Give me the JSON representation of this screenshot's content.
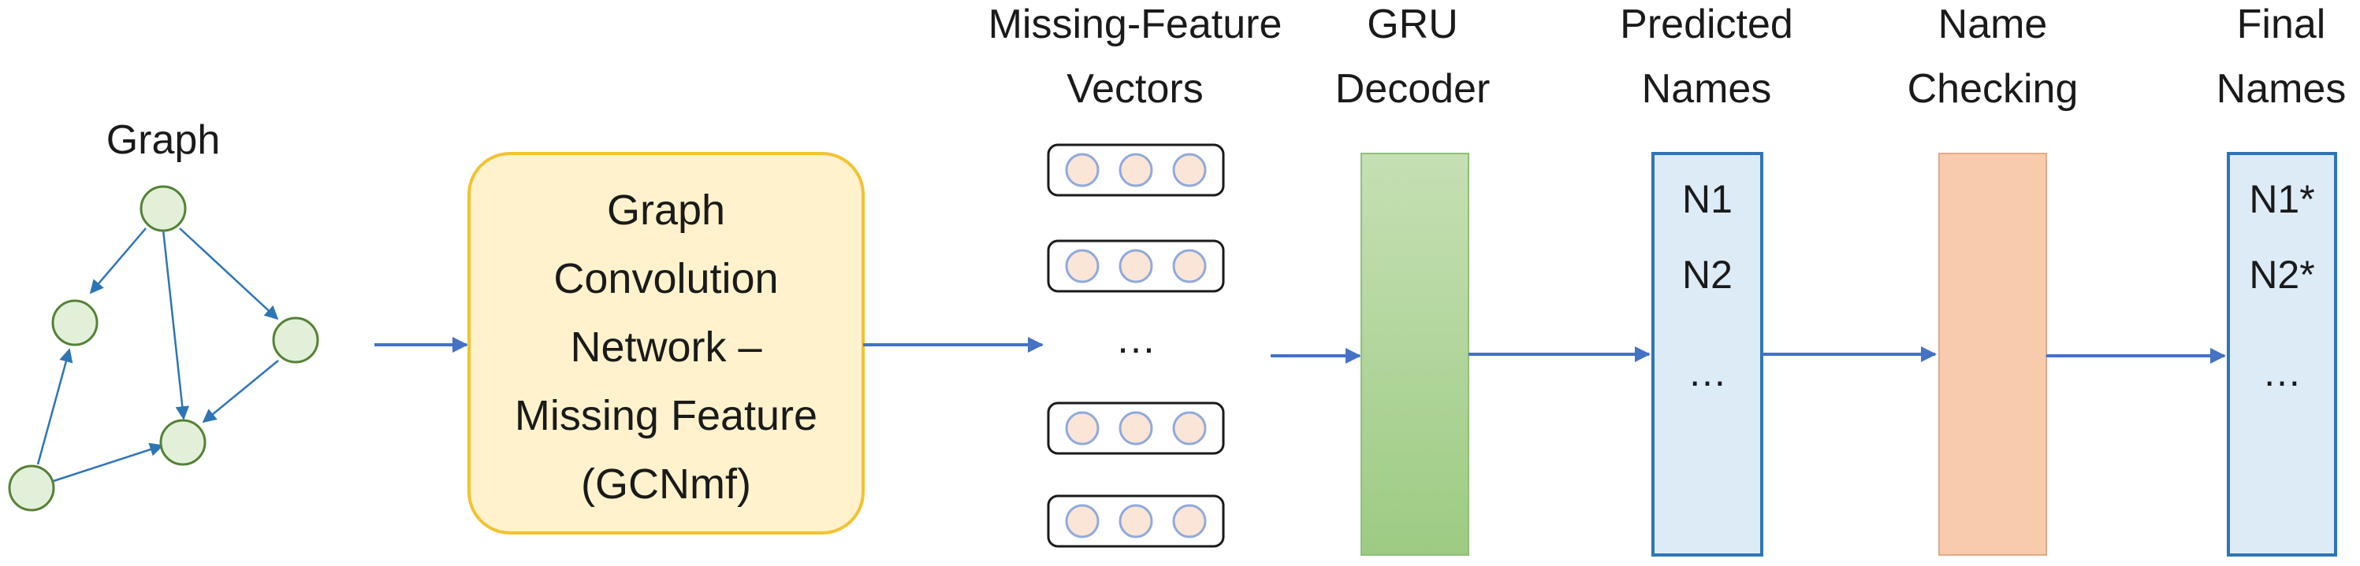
{
  "graph": {
    "label": "Graph",
    "node_fill": "#e2f0d9",
    "node_stroke": "#548235",
    "edge_color": "#2e75b6"
  },
  "gcn": {
    "lines": [
      "Graph",
      "Convolution",
      "Network –",
      "Missing Feature",
      "(GCNmf)"
    ],
    "fill": "#fff2cc",
    "stroke": "#f2c230"
  },
  "vectors": {
    "title_lines": [
      "Missing-Feature",
      "Vectors"
    ],
    "ellipsis": "…",
    "circle_fill": "#fbe5d6",
    "circle_stroke": "#8faadc"
  },
  "gru": {
    "title_lines": [
      "GRU",
      "Decoder"
    ],
    "color_top": "#c5e0b4",
    "color_bottom": "#9dcb83"
  },
  "predicted": {
    "title_lines": [
      "Predicted",
      "Names"
    ],
    "items": [
      "N1",
      "N2",
      "…"
    ],
    "fill": "#ddebf7",
    "stroke": "#2e75b6"
  },
  "checking": {
    "title_lines": [
      "Name",
      "Checking"
    ],
    "fill": "#f8cbad"
  },
  "final": {
    "title_lines": [
      "Final",
      "Names"
    ],
    "items": [
      "N1*",
      "N2*",
      "…"
    ],
    "fill": "#ddebf7",
    "stroke": "#2e75b6"
  },
  "arrow_color": "#4472c4"
}
